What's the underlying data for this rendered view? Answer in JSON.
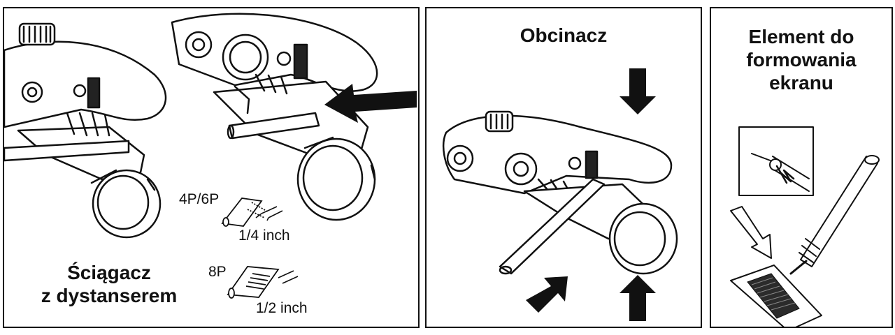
{
  "panels": {
    "stripper": {
      "caption_line1": "Ściągacz",
      "caption_line2": "z dystanserem",
      "cable_4p6p_label": "4P/6P",
      "strip_length_4p6p": "1/4 inch",
      "cable_8p_label": "8P",
      "strip_length_8p": "1/2 inch"
    },
    "cutter": {
      "caption": "Obcinacz"
    },
    "shield_former": {
      "caption_line1": "Element do",
      "caption_line2": "formowania",
      "caption_line3": "ekranu"
    }
  },
  "colors": {
    "ink": "#111111",
    "paper": "#ffffff",
    "shade": "#9a9a9a"
  }
}
